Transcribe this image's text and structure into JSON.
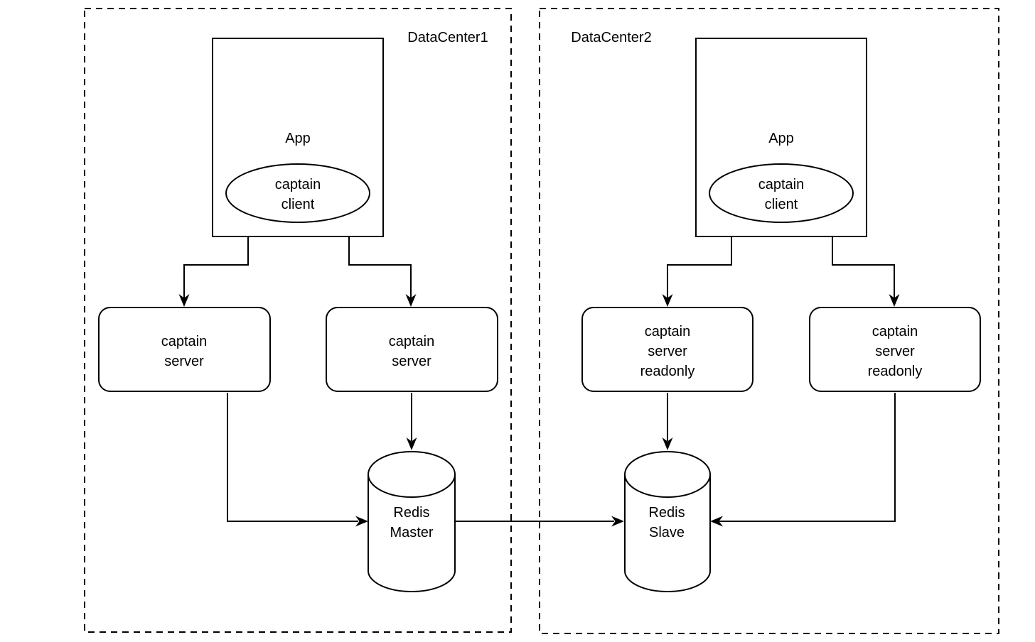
{
  "colors": {
    "stroke": "#000000",
    "background": "#ffffff",
    "node_fill": "#ffffff"
  },
  "datacenter1": {
    "label": "DataCenter1",
    "app_label": "App",
    "captain_client": "captain\nclient",
    "captain_server_left": "captain\nserver",
    "captain_server_right": "captain\nserver",
    "redis": "Redis\nMaster"
  },
  "datacenter2": {
    "label": "DataCenter2",
    "app_label": "App",
    "captain_client": "captain\nclient",
    "captain_server_left": "captain\nserver\nreadonly",
    "captain_server_right": "captain\nserver\nreadonly",
    "redis": "Redis\nSlave"
  }
}
